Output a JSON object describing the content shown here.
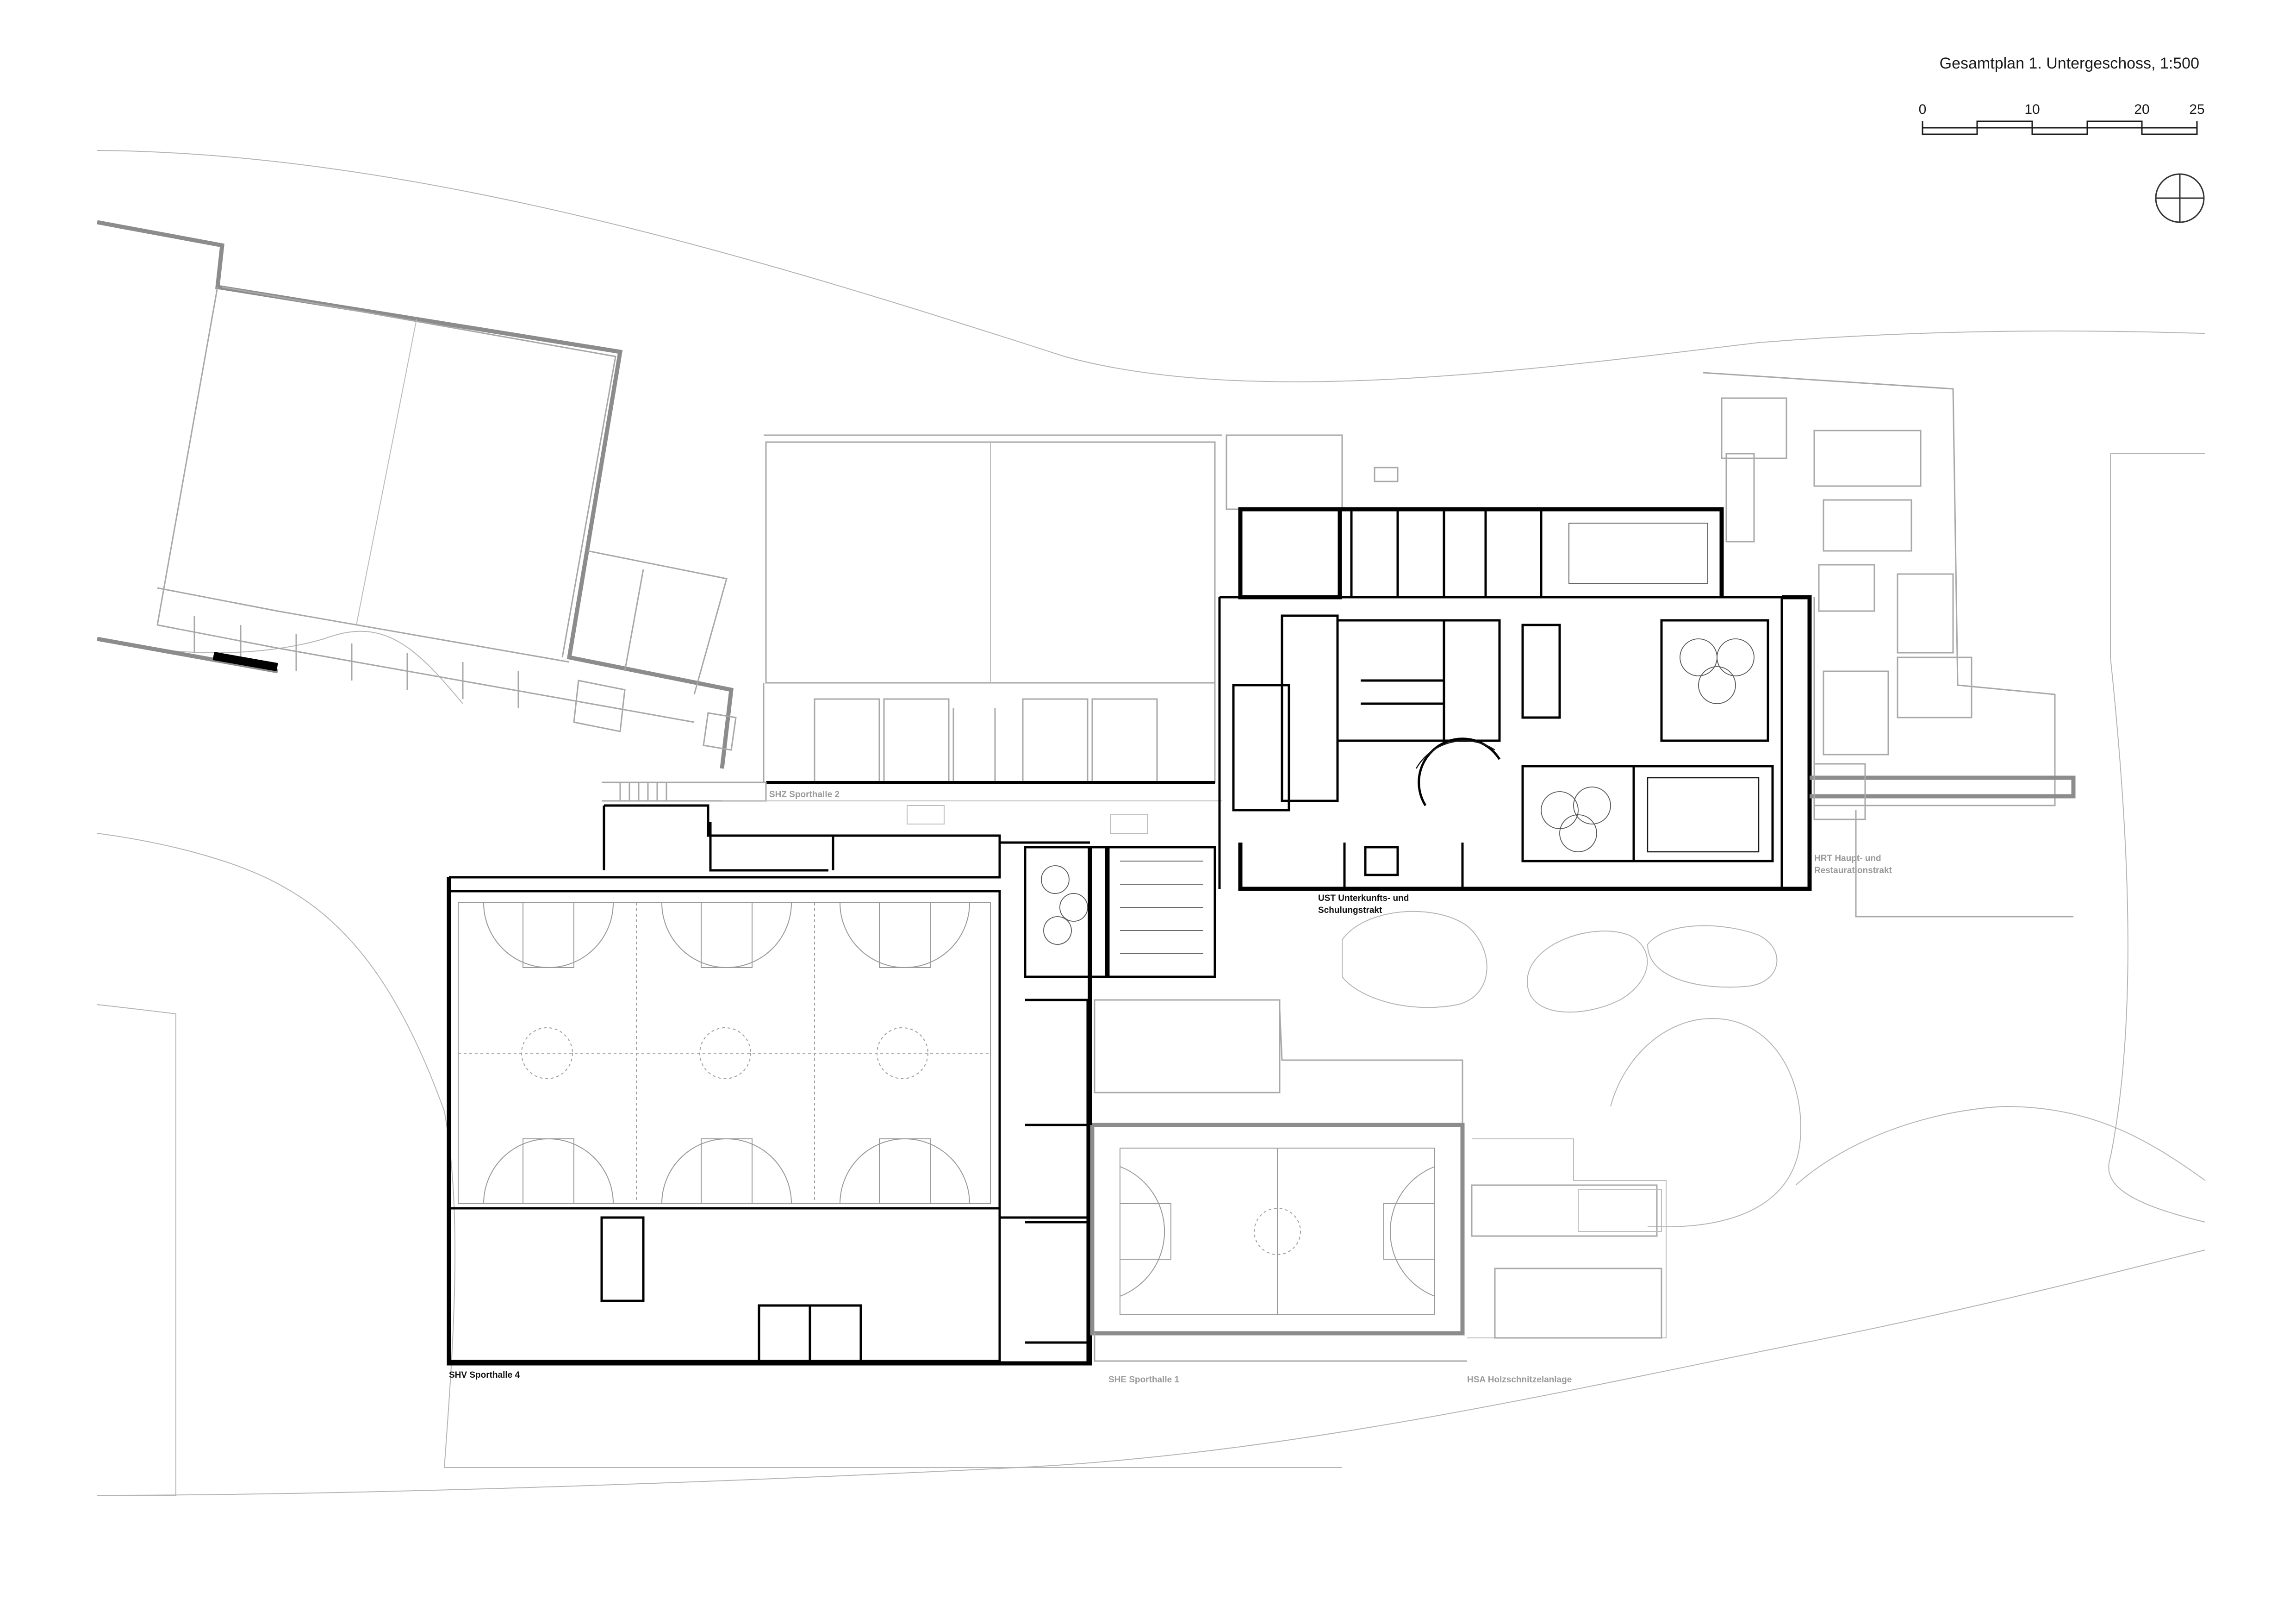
{
  "header": {
    "title": "Gesamtplan 1. Untergeschoss, 1:500"
  },
  "scale_bar": {
    "ticks": [
      "0",
      "10",
      "20",
      "25"
    ]
  },
  "buildings": {
    "shz": "SHZ Sporthalle 2",
    "ust_line1": "UST Unterkunfts- und",
    "ust_line2": "Schulungstrakt",
    "hrt_line1": "HRT Haupt- und",
    "hrt_line2": "Restaurationstrakt",
    "shv": "SHV Sporthalle 4",
    "she": "SHE Sporthalle 1",
    "hsa": "HSA Holzschnitzelanlage"
  },
  "icons": {
    "north": "north-arrow-icon"
  },
  "colors": {
    "focus_walls": "#000000",
    "context_walls": "#a8a8a8",
    "grey_label": "#9a9a9a"
  }
}
